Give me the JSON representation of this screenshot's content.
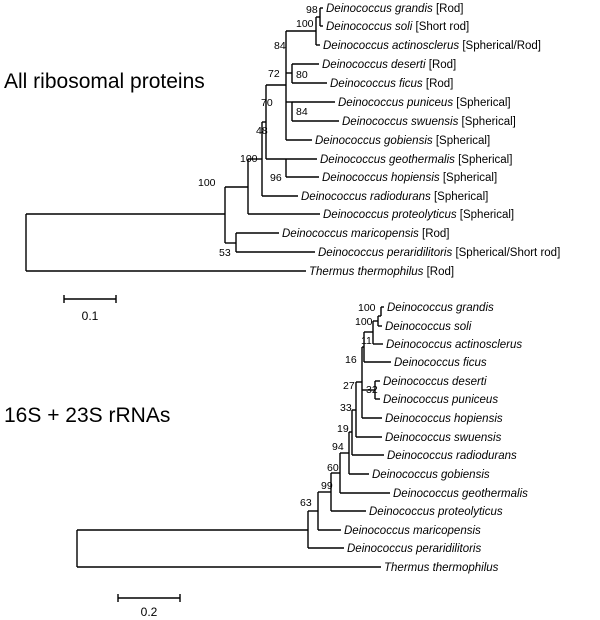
{
  "panels": [
    {
      "title": "All ribosomal proteins",
      "scale_label": "0.1",
      "taxa": [
        {
          "species": "Deinococcus grandis",
          "trait": "[Rod]"
        },
        {
          "species": "Deinococcus soli",
          "trait": "[Short rod]"
        },
        {
          "species": "Deinococcus actinosclerus",
          "trait": "[Spherical/Rod]"
        },
        {
          "species": "Deinococcus deserti",
          "trait": "[Rod]"
        },
        {
          "species": "Deinococcus ficus",
          "trait": "[Rod]"
        },
        {
          "species": "Deinococcus puniceus",
          "trait": "[Spherical]"
        },
        {
          "species": "Deinococcus swuensis",
          "trait": "[Spherical]"
        },
        {
          "species": "Deinococcus gobiensis",
          "trait": "[Spherical]"
        },
        {
          "species": "Deinococcus geothermalis",
          "trait": "[Spherical]"
        },
        {
          "species": "Deinococcus hopiensis",
          "trait": "[Spherical]"
        },
        {
          "species": "Deinococcus radiodurans",
          "trait": "[Spherical]"
        },
        {
          "species": "Deinococcus proteolyticus",
          "trait": "[Spherical]"
        },
        {
          "species": "Deinococcus maricopensis",
          "trait": "[Rod]"
        },
        {
          "species": "Deinococcus peraridilitoris",
          "trait": "[Spherical/Short rod]"
        },
        {
          "species": "Thermus thermophilus",
          "trait": "[Rod]"
        }
      ],
      "bootstraps": [
        "98",
        "100",
        "84",
        "80",
        "72",
        "84",
        "70",
        "48",
        "96",
        "100",
        "100",
        "53"
      ]
    },
    {
      "title": "16S + 23S rRNAs",
      "scale_label": "0.2",
      "taxa": [
        {
          "species": "Deinococcus grandis",
          "trait": ""
        },
        {
          "species": "Deinococcus soli",
          "trait": ""
        },
        {
          "species": "Deinococcus actinosclerus",
          "trait": ""
        },
        {
          "species": "Deinococcus ficus",
          "trait": ""
        },
        {
          "species": "Deinococcus deserti",
          "trait": ""
        },
        {
          "species": "Deinococcus puniceus",
          "trait": ""
        },
        {
          "species": "Deinococcus hopiensis",
          "trait": ""
        },
        {
          "species": "Deinococcus swuensis",
          "trait": ""
        },
        {
          "species": "Deinococcus radiodurans",
          "trait": ""
        },
        {
          "species": "Deinococcus gobiensis",
          "trait": ""
        },
        {
          "species": "Deinococcus geothermalis",
          "trait": ""
        },
        {
          "species": "Deinococcus proteolyticus",
          "trait": ""
        },
        {
          "species": "Deinococcus maricopensis",
          "trait": ""
        },
        {
          "species": "Deinococcus peraridilitoris",
          "trait": ""
        },
        {
          "species": "Thermus thermophilus",
          "trait": ""
        }
      ],
      "bootstraps": [
        "100",
        "100",
        "11",
        "16",
        "27",
        "32",
        "33",
        "19",
        "94",
        "60",
        "99",
        "63"
      ]
    }
  ]
}
